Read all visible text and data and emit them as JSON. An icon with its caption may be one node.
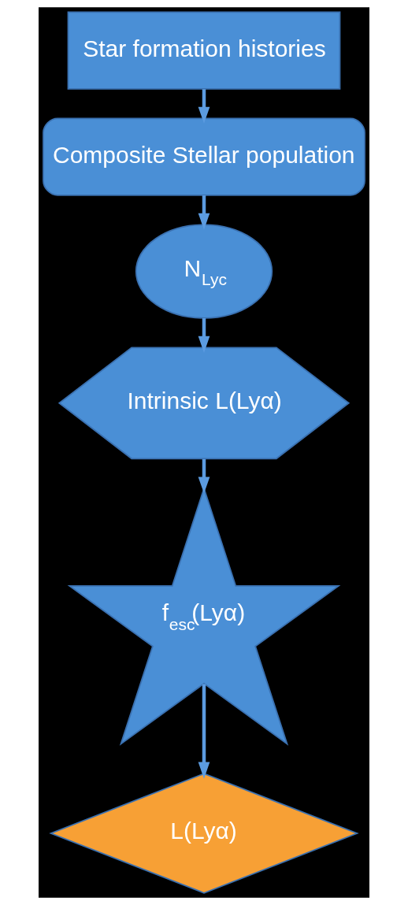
{
  "diagram": {
    "nodes": [
      {
        "text": [
          "Star formation histories"
        ]
      },
      {
        "text": [
          "Composite Stellar population"
        ]
      },
      {
        "text": [
          "N$_{Lyc}$"
        ]
      },
      {
        "text": [
          "Intrinsic L(Lyα)"
        ]
      },
      {
        "text": [
          "f$_{esc}$(Lyα)"
        ]
      },
      {
        "text": [
          "L(Lyα)"
        ]
      }
    ],
    "edges": [
      {
        "from": 0,
        "to": 1,
        "arrow": "to"
      },
      {
        "from": 1,
        "to": 2,
        "arrow": "to"
      },
      {
        "from": 2,
        "to": 3,
        "arrow": "to"
      },
      {
        "from": 3,
        "to": 4,
        "arrow": "to"
      },
      {
        "from": 4,
        "to": 5,
        "arrow": "to"
      }
    ]
  }
}
